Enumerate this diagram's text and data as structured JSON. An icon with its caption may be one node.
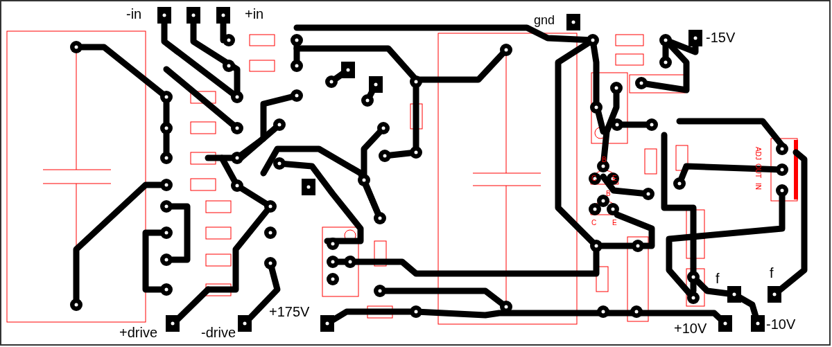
{
  "diagram": {
    "labels": [
      "-in",
      "+in",
      "gnd",
      "-15V",
      "ADJ",
      "OUT",
      "IN",
      "B",
      "C",
      "E",
      "B",
      "C",
      "E",
      "f",
      "f",
      "+drive",
      "-drive",
      "+175V",
      "+10V",
      "-10V"
    ]
  }
}
